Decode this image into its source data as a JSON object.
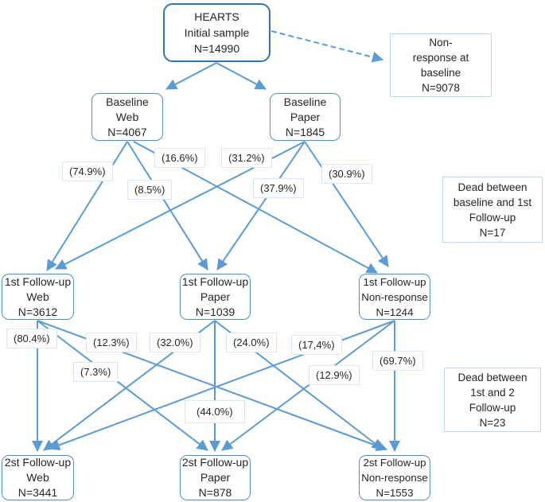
{
  "colors": {
    "arrow": "#5b9bd5",
    "node_border": "#4f8fcc",
    "major_node_border": "#2e75b6",
    "note_border": "#bdd7ee",
    "label_border": "#d9e6f5",
    "text": "#262626"
  },
  "nodes": {
    "hearts": {
      "lines": [
        "HEARTS",
        "Initial sample",
        "N=14990"
      ]
    },
    "baseline_web": {
      "lines": [
        "Baseline",
        "Web",
        "N=4067"
      ]
    },
    "baseline_paper": {
      "lines": [
        "Baseline",
        "Paper",
        "N=1845"
      ]
    },
    "fu1_web": {
      "lines": [
        "1st Follow-up",
        "Web",
        "N=3612"
      ]
    },
    "fu1_paper": {
      "lines": [
        "1st Follow-up",
        "Paper",
        "N=1039"
      ]
    },
    "fu1_nonresponse": {
      "lines": [
        "1st Follow-up",
        "Non-response",
        "N=1244"
      ]
    },
    "fu2_web": {
      "lines": [
        "2st Follow-up",
        "Web",
        "N=3441"
      ]
    },
    "fu2_paper": {
      "lines": [
        "2st Follow-up",
        "Paper",
        "N=878"
      ]
    },
    "fu2_nonresponse": {
      "lines": [
        "2st Follow-up",
        "Non-response",
        "N=1553"
      ]
    }
  },
  "notes": {
    "nonresponse_baseline": {
      "lines": [
        "Non-",
        "response at",
        "baseline",
        "N=9078"
      ]
    },
    "dead_baseline_fu1": {
      "lines": [
        "Dead between",
        "baseline and 1st",
        "Follow-up",
        "N=17"
      ]
    },
    "dead_fu1_fu2": {
      "lines": [
        "Dead between",
        "1st and 2",
        "Follow-up",
        "N=23"
      ]
    }
  },
  "edge_labels": {
    "baselineweb_to_fu1web": "(74.9%)",
    "baselineweb_to_fu1nonresponse": "(16.6%)",
    "baselinepaper_to_fu1web": "(31.2%)",
    "baselineweb_to_fu1paper": "(8.5%)",
    "baselinepaper_to_fu1paper": "(37.9%)",
    "baselinepaper_to_fu1nonresponse": "(30.9%)",
    "fu1web_to_fu2web": "(80.4%)",
    "fu1web_to_fu2nonresponse": "(12.3%)",
    "fu1paper_to_fu2web": "(32.0%)",
    "fu1paper_to_fu2nonresponse": "(24.0%)",
    "fu1nonresponse_to_fu2web": "(17,4%)",
    "fu1web_to_fu2paper": "(7.3%)",
    "fu1nonresponse_to_fu2paper": "(12.9%)",
    "fu1nonresponse_to_fu2nonresponse": "(69.7%)",
    "fu1paper_to_fu2paper": "(44.0%)"
  }
}
